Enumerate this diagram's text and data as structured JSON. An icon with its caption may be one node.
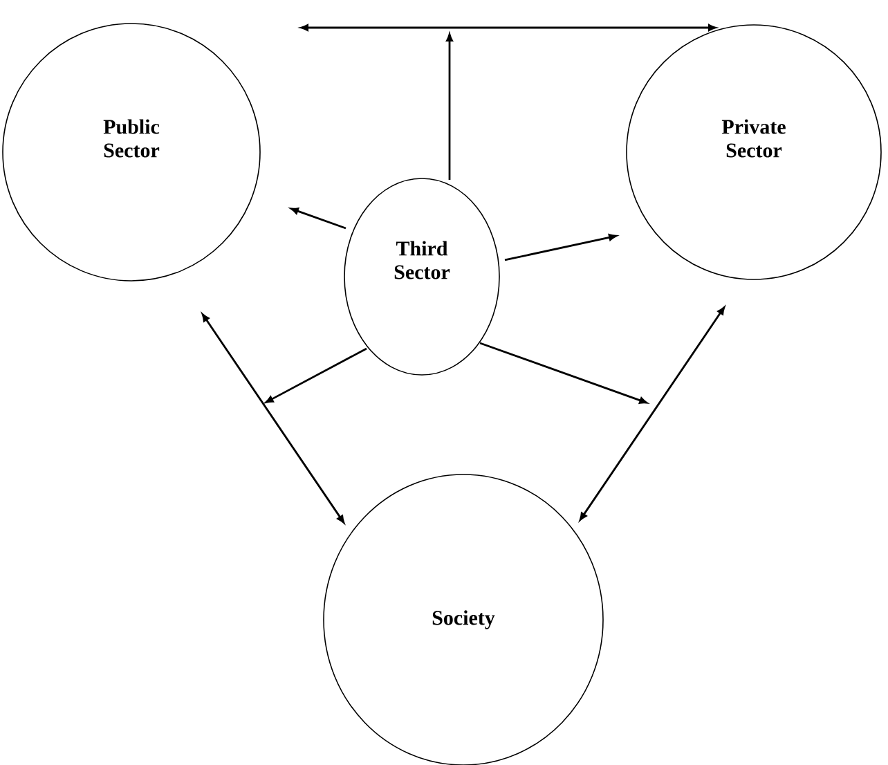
{
  "diagram": {
    "nodes": [
      {
        "text": [
          "Public Sector"
        ]
      },
      {
        "text": [
          "Private Sector"
        ]
      },
      {
        "text": [
          "Third Sector"
        ]
      },
      {
        "text": [
          "Society"
        ]
      }
    ],
    "edges": [
      {
        "from": 0,
        "to": 1,
        "arrow": "both"
      },
      {
        "from": 2,
        "to": null,
        "arrow": "to"
      },
      {
        "from": 2,
        "to": 0,
        "arrow": "to"
      },
      {
        "from": 2,
        "to": 1,
        "arrow": "to"
      },
      {
        "from": 2,
        "to": null,
        "arrow": "to"
      },
      {
        "from": 2,
        "to": null,
        "arrow": "to"
      },
      {
        "from": 0,
        "to": 3,
        "arrow": "both"
      },
      {
        "from": 1,
        "to": 3,
        "arrow": "both"
      }
    ]
  }
}
